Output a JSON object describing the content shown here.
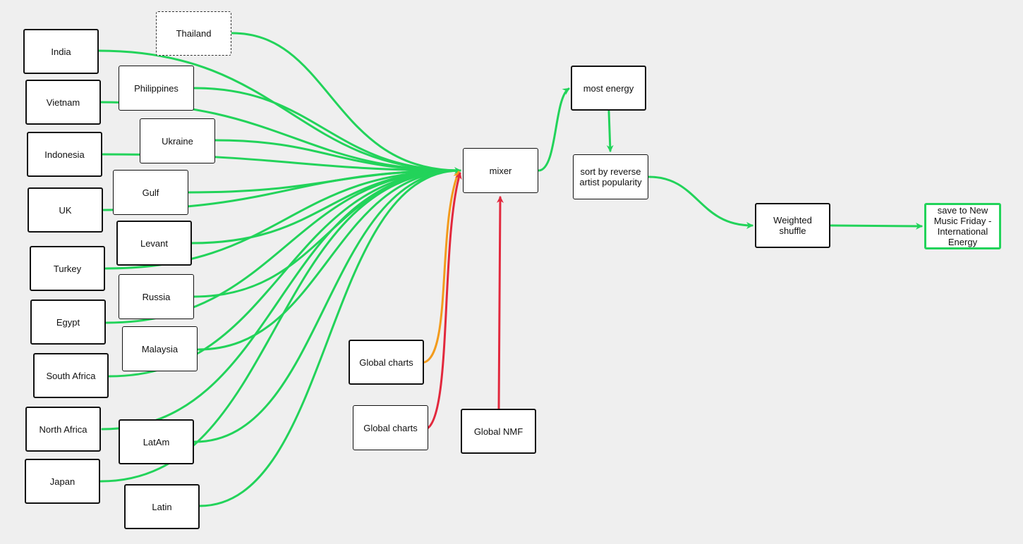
{
  "colors": {
    "background": "#efefef",
    "flow_green": "#22d35a",
    "flow_orange": "#f39b1c",
    "flow_red": "#e2283d"
  },
  "nodes": {
    "india": "India",
    "thailand": "Thailand",
    "vietnam": "Vietnam",
    "philippines": "Philippines",
    "indonesia": "Indonesia",
    "ukraine": "Ukraine",
    "uk": "UK",
    "gulf": "Gulf",
    "levant": "Levant",
    "turkey": "Turkey",
    "russia": "Russia",
    "egypt": "Egypt",
    "malaysia": "Malaysia",
    "south_africa": "South Africa",
    "north_africa": "North Africa",
    "latam": "LatAm",
    "japan": "Japan",
    "latin": "Latin",
    "global_charts_1": "Global charts",
    "global_charts_2": "Global charts",
    "global_nmf": "Global NMF",
    "mixer": "mixer",
    "most_energy": "most energy",
    "sort": "sort by reverse artist popularity",
    "weighted_shuffle": "Weighted shuffle",
    "save": "save to New Music Friday - International Energy"
  }
}
